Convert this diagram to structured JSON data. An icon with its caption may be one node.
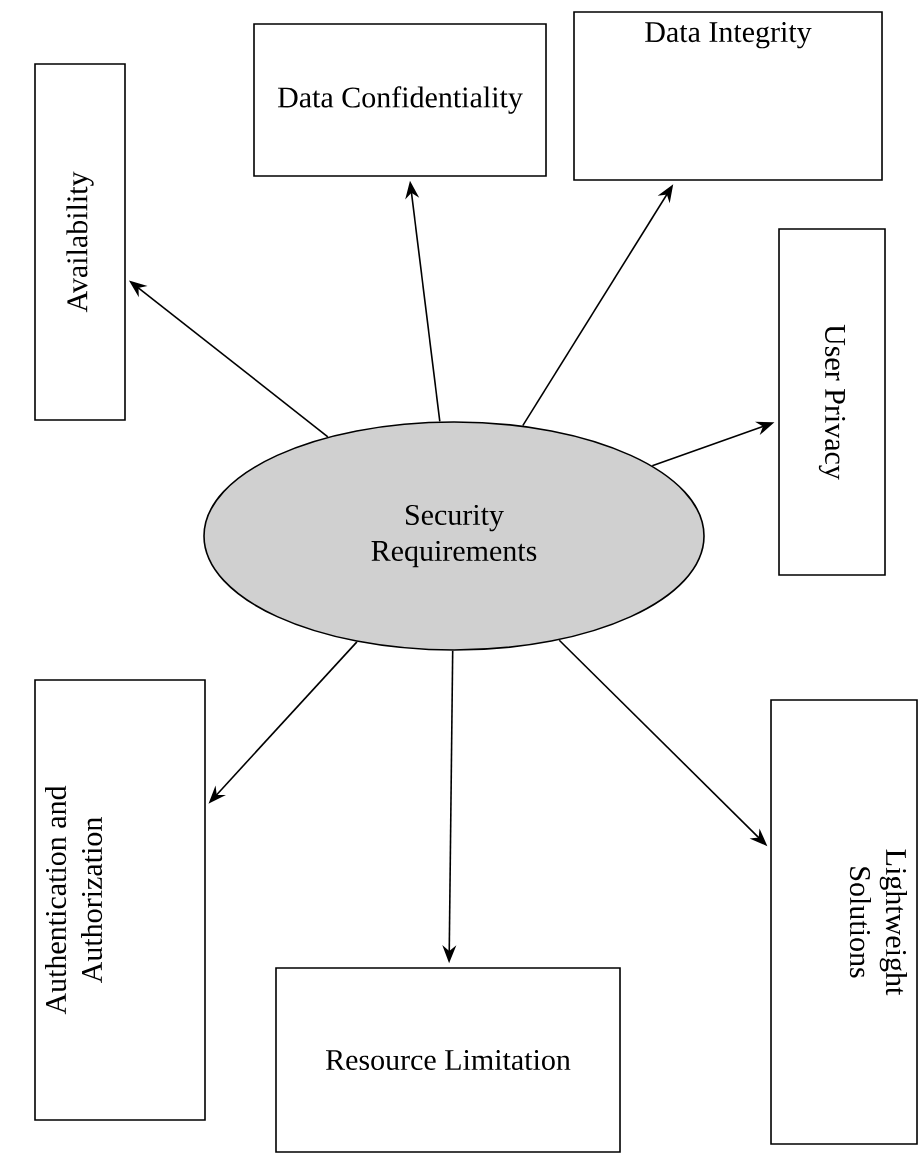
{
  "diagram": {
    "nodes": [
      {
        "text": [
          "Security Requirements"
        ]
      },
      {
        "text": [
          "Availability"
        ]
      },
      {
        "text": [
          "Data Confidentiality"
        ]
      },
      {
        "text": [
          "Data Integrity"
        ]
      },
      {
        "text": [
          "User Privacy"
        ]
      },
      {
        "text": [
          "Authentication and Authorization"
        ]
      },
      {
        "text": [
          "Resource Limitation"
        ]
      },
      {
        "text": [
          "Lightweight Solutions"
        ]
      }
    ],
    "edges": [
      {
        "from": 0,
        "to": 1,
        "arrow": "to"
      },
      {
        "from": 0,
        "to": 2,
        "arrow": "to"
      },
      {
        "from": 0,
        "to": 3,
        "arrow": "to"
      },
      {
        "from": 0,
        "to": 4,
        "arrow": "to"
      },
      {
        "from": 0,
        "to": 5,
        "arrow": "to"
      },
      {
        "from": 0,
        "to": 6,
        "arrow": "to"
      },
      {
        "from": 0,
        "to": 7,
        "arrow": "to"
      }
    ]
  }
}
